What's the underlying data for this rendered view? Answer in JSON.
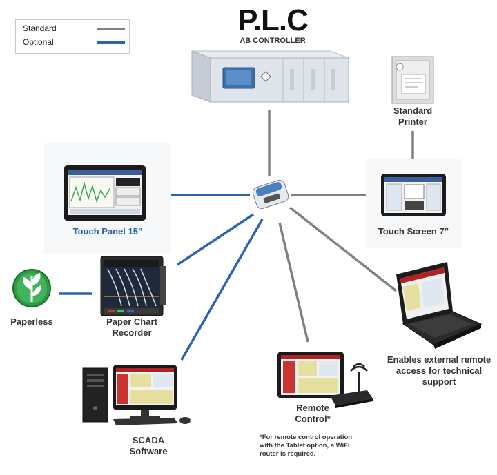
{
  "title": "P.L.C",
  "subtitle": "AB CONTROLLER",
  "legend": [
    {
      "label": "Standard",
      "color": "#808080"
    },
    {
      "label": "Optional",
      "color": "#2a64b0"
    }
  ],
  "colors": {
    "standard": "#808080",
    "optional": "#2a64b0"
  },
  "nodes": {
    "printer": [
      "Standard",
      "Printer"
    ],
    "touch_panel": [
      "Touch Panel 15”"
    ],
    "touch_screen": [
      "Touch Screen 7”"
    ],
    "paperless": [
      "Paperless"
    ],
    "chart_recorder": [
      "Paper Chart",
      "Recorder"
    ],
    "remote_access": [
      "Enables external remote",
      "access for technical",
      "support"
    ],
    "remote_control": [
      "Remote",
      "Control*"
    ],
    "scada": [
      "SCADA",
      "Software"
    ]
  },
  "footnote": [
    "*For remote control operation",
    "with the Tablet option, a WiFi",
    "router is required."
  ]
}
